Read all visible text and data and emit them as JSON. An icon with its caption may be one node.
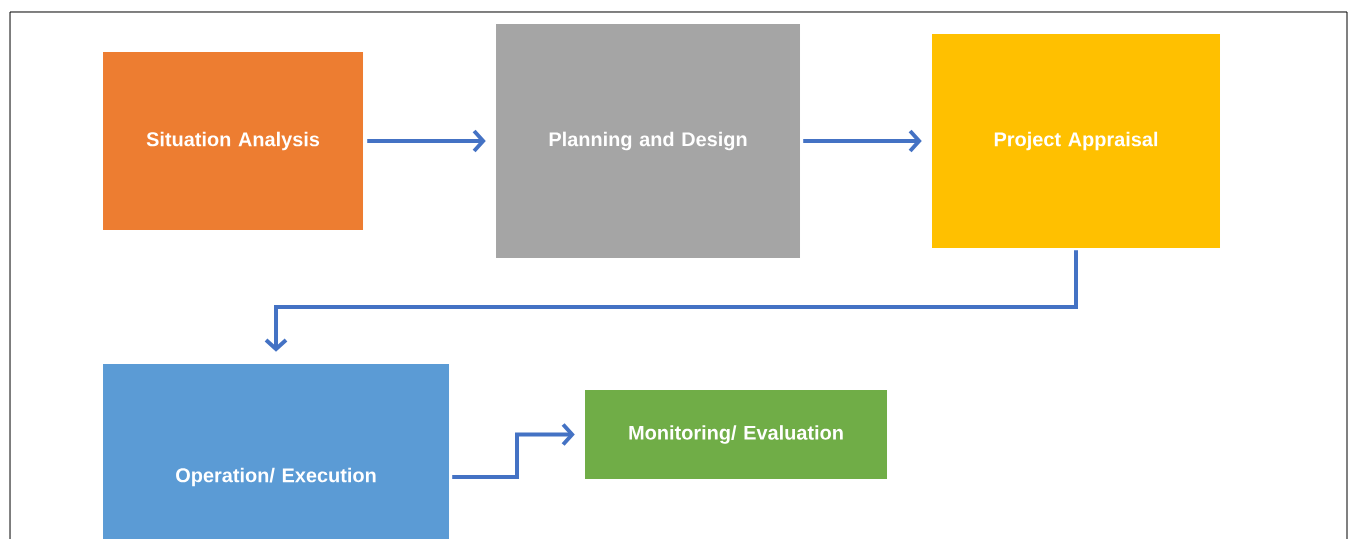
{
  "diagram": {
    "nodes": [
      {
        "text": [
          "Situation Analysis"
        ]
      },
      {
        "text": [
          "Planning and Design"
        ]
      },
      {
        "text": [
          "Project Appraisal"
        ]
      },
      {
        "text": [
          "Operation/ Execution"
        ]
      },
      {
        "text": [
          "Monitoring/ Evaluation"
        ]
      }
    ],
    "edges": [
      {
        "from": 0,
        "to": 1,
        "arrow": "to"
      },
      {
        "from": 1,
        "to": 2,
        "arrow": "to"
      },
      {
        "from": 2,
        "to": 3,
        "arrow": "to"
      },
      {
        "from": 3,
        "to": 4,
        "arrow": "to"
      }
    ]
  }
}
